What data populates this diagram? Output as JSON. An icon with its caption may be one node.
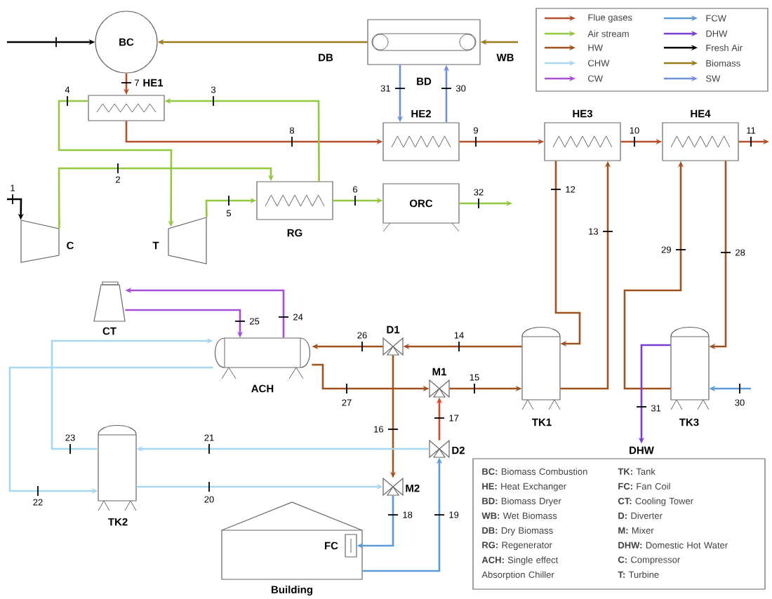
{
  "diagram": {
    "nodes": [
      {
        "text": [
          "BC"
        ]
      },
      {
        "text": [
          "BD"
        ]
      },
      {
        "text": [
          "HE1"
        ]
      },
      {
        "text": [
          "RG"
        ]
      },
      {
        "text": [
          "C"
        ]
      },
      {
        "text": [
          "T"
        ]
      },
      {
        "text": [
          "ORC"
        ]
      },
      {
        "text": [
          "HE2"
        ]
      },
      {
        "text": [
          "HE3"
        ]
      },
      {
        "text": [
          "HE4"
        ]
      },
      {
        "text": [
          "CT"
        ]
      },
      {
        "text": [
          "ACH"
        ]
      },
      {
        "text": [
          "D1"
        ]
      },
      {
        "text": [
          "M1"
        ]
      },
      {
        "text": [
          "TK1"
        ]
      },
      {
        "text": [
          "TK3"
        ]
      },
      {
        "text": [
          "D2"
        ]
      },
      {
        "text": [
          "M2"
        ]
      },
      {
        "text": [
          "TK2"
        ]
      },
      {
        "text": [
          "Building"
        ]
      },
      {
        "text": [
          "FC"
        ],
        "in": 19
      },
      {
        "text": [
          "DHW"
        ]
      }
    ],
    "edges": [
      {
        "from": null,
        "to": 0,
        "arrow": "to",
        "color": "#000000"
      },
      {
        "from": 1,
        "to": 0,
        "arrow": "to",
        "label": "DB",
        "color": "#9a7d1a"
      },
      {
        "from": null,
        "to": 1,
        "arrow": "to",
        "label": "WB",
        "color": "#9a7d1a"
      },
      {
        "from": 0,
        "to": 2,
        "arrow": "to",
        "label": "7",
        "color": "#b5512a"
      },
      {
        "from": 2,
        "to": 7,
        "arrow": "to",
        "label": "8",
        "color": "#b5512a"
      },
      {
        "from": 7,
        "to": 8,
        "arrow": "to",
        "label": "9",
        "color": "#b5512a"
      },
      {
        "from": 8,
        "to": 9,
        "arrow": "to",
        "label": "10",
        "color": "#b5512a"
      },
      {
        "from": 9,
        "to": null,
        "arrow": "to",
        "label": "11",
        "color": "#b5512a"
      },
      {
        "from": null,
        "to": 4,
        "arrow": "to",
        "label": "1",
        "color": "#000000"
      },
      {
        "from": 4,
        "to": 3,
        "arrow": "to",
        "label": "2",
        "color": "#92c83e"
      },
      {
        "from": 3,
        "to": 2,
        "arrow": "to",
        "label": "3",
        "color": "#92c83e"
      },
      {
        "from": 2,
        "to": 5,
        "arrow": "to",
        "label": "4",
        "color": "#92c83e"
      },
      {
        "from": 5,
        "to": 3,
        "arrow": "to",
        "label": "5",
        "color": "#92c83e"
      },
      {
        "from": 3,
        "to": 6,
        "arrow": "to",
        "label": "6",
        "color": "#92c83e"
      },
      {
        "from": 6,
        "to": null,
        "arrow": "to",
        "label": "32",
        "color": "#92c83e"
      },
      {
        "from": 1,
        "to": 7,
        "arrow": "to",
        "label": "31",
        "color": "#6f8fd8"
      },
      {
        "from": 7,
        "to": 1,
        "arrow": "to",
        "label": "30",
        "color": "#6f8fd8"
      },
      {
        "from": 8,
        "to": 14,
        "arrow": "to",
        "label": "12",
        "color": "#a0521e"
      },
      {
        "from": 14,
        "to": 8,
        "arrow": "to",
        "label": "13",
        "color": "#a0521e"
      },
      {
        "from": 9,
        "to": 15,
        "arrow": "to",
        "label": "28",
        "color": "#a0521e"
      },
      {
        "from": 15,
        "to": 9,
        "arrow": "to",
        "label": "29",
        "color": "#a0521e"
      },
      {
        "from": null,
        "to": 15,
        "arrow": "to",
        "label": "30",
        "color": "#5b9bd5"
      },
      {
        "from": 15,
        "to": 21,
        "arrow": "to",
        "label": "31",
        "color": "#7a3fd0"
      },
      {
        "from": 14,
        "to": 12,
        "arrow": "to",
        "label": "14",
        "color": "#a0521e"
      },
      {
        "from": 13,
        "to": 14,
        "arrow": "to",
        "label": "15",
        "color": "#a0521e"
      },
      {
        "from": 12,
        "to": 11,
        "arrow": "to",
        "label": "26",
        "color": "#a0521e"
      },
      {
        "from": 11,
        "to": 13,
        "arrow": "to",
        "label": "27",
        "color": "#a0521e"
      },
      {
        "from": 12,
        "to": 17,
        "arrow": "to",
        "label": "16",
        "color": "#a0521e"
      },
      {
        "from": 16,
        "to": 13,
        "arrow": "to",
        "label": "17",
        "color": "#d9482b"
      },
      {
        "from": 17,
        "to": 20,
        "arrow": "to",
        "label": "18",
        "color": "#5b9bd5"
      },
      {
        "from": 19,
        "to": 16,
        "arrow": "to",
        "label": "19",
        "color": "#5b9bd5"
      },
      {
        "from": 16,
        "to": 18,
        "arrow": "to",
        "label": "21",
        "color": "#a8d8ef"
      },
      {
        "from": 18,
        "to": 17,
        "arrow": "to",
        "label": "20",
        "color": "#a8d8ef"
      },
      {
        "from": 18,
        "to": 11,
        "arrow": "to",
        "label": "23",
        "color": "#a8d8ef"
      },
      {
        "from": 11,
        "to": 18,
        "arrow": "to",
        "label": "22",
        "color": "#a8d8ef"
      },
      {
        "from": 11,
        "to": 10,
        "arrow": "to",
        "label": "24",
        "color": "#a54fd8"
      },
      {
        "from": 10,
        "to": 11,
        "arrow": "to",
        "label": "25",
        "color": "#a54fd8"
      }
    ],
    "labels": [
      "**BC:** Biomass Combustion",
      "**TK:** Tank",
      "**HE:** Heat Exchanger",
      "**FC:** Fan Coil",
      "**BD:** Biomass Dryer",
      "**CT:** Cooling Tower",
      "**WB:** Wet Biomass",
      "**D:** Diverter",
      "**DB:** Dry Biomass",
      "**M:** Mixer",
      "**RG:** Regenerator",
      "**DHW:** Domestic Hot Water",
      "**ACH:** Single effect Absorption Chiller",
      "**C:** Compressor",
      "**T:** Turbine"
    ],
    "legend": [
      {
        "text": "Flue gases",
        "color": "#b5512a"
      },
      {
        "text": "Air stream",
        "color": "#92c83e"
      },
      {
        "text": "HW",
        "color": "#a0521e"
      },
      {
        "text": "CHW",
        "color": "#a8d8ef"
      },
      {
        "text": "CW",
        "color": "#a54fd8"
      },
      {
        "text": "FCW",
        "color": "#5b9bd5"
      },
      {
        "text": "DHW",
        "color": "#7a3fd0"
      },
      {
        "text": "Fresh Air",
        "color": "#000000"
      },
      {
        "text": "Biomass",
        "color": "#9a7d1a"
      },
      {
        "text": "SW",
        "color": "#6f8fd8"
      }
    ]
  }
}
